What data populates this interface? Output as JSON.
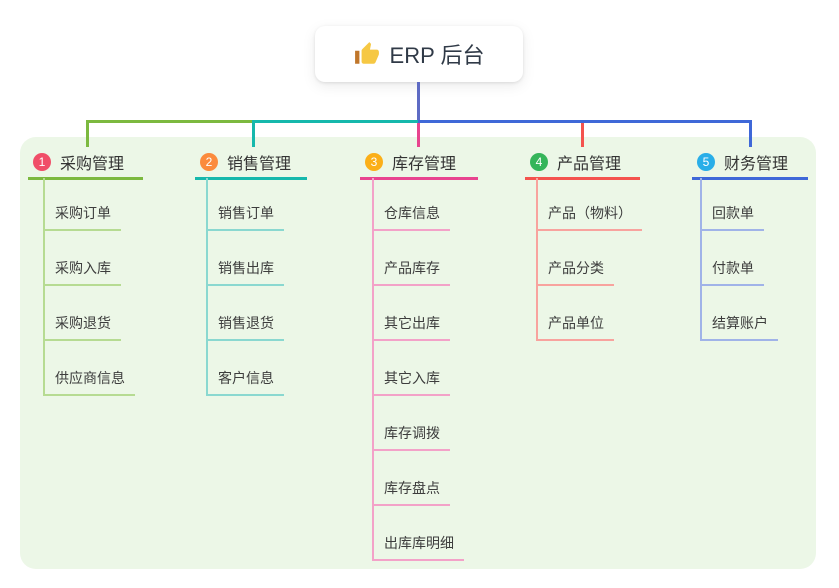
{
  "root": {
    "label": "ERP 后台",
    "icon": "thumbs-up-icon",
    "line_color": "#5e6bc4"
  },
  "panel": {
    "background": "#ecf7e7"
  },
  "branches": [
    {
      "num": "1",
      "label": "采购管理",
      "color": "#7cb93f",
      "light_color": "#b6db92",
      "badge_color": "#f04e68",
      "children": [
        "采购订单",
        "采购入库",
        "采购退货",
        "供应商信息"
      ]
    },
    {
      "num": "2",
      "label": "销售管理",
      "color": "#16b8ac",
      "light_color": "#8ad8d0",
      "badge_color": "#fb8b3d",
      "children": [
        "销售订单",
        "销售出库",
        "销售退货",
        "客户信息"
      ]
    },
    {
      "num": "3",
      "label": "库存管理",
      "color": "#e8448f",
      "light_color": "#f3a2c8",
      "badge_color": "#fbaf18",
      "children": [
        "仓库信息",
        "产品库存",
        "其它出库",
        "其它入库",
        "库存调拨",
        "库存盘点",
        "出库库明细"
      ]
    },
    {
      "num": "4",
      "label": "产品管理",
      "color": "#f4534e",
      "light_color": "#f8a39e",
      "badge_color": "#35b55a",
      "children": [
        "产品（物料）",
        "产品分类",
        "产品单位"
      ]
    },
    {
      "num": "5",
      "label": "财务管理",
      "color": "#3f68d8",
      "light_color": "#a0b3e8",
      "badge_color": "#29aee8",
      "children": [
        "回款单",
        "付款单",
        "结算账户"
      ]
    }
  ]
}
